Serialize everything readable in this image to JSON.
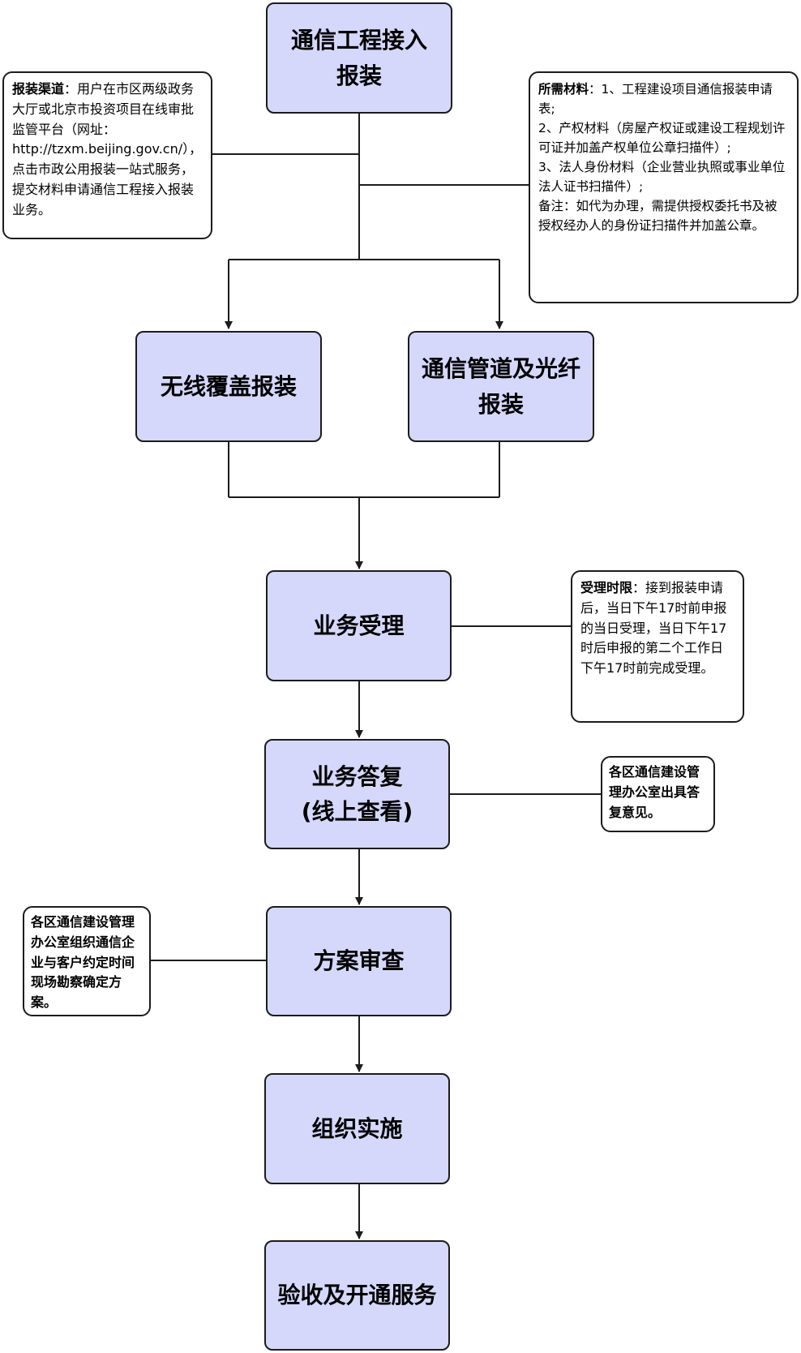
{
  "flow": {
    "step1": "通信工程接入报装",
    "step2a": "无线覆盖报装",
    "step2b": "通信管道及光纤报装",
    "step3": "业务受理",
    "step4_line1": "业务答复",
    "step4_line2": "(线上查看)",
    "step5": "方案审查",
    "step6": "组织实施",
    "step7": "验收及开通服务"
  },
  "notes": {
    "channel": {
      "title": "报装渠道",
      "text": "：用户在市区两级政务大厅或北京市投资项目在线审批监管平台（网址：http://tzxm.beijing.gov.cn/），点击市政公用报装一站式服务，提交材料申请通信工程接入报装业务。"
    },
    "materials": {
      "title": "所需材料",
      "line1": "：1、工程建设项目通信报装申请表;",
      "line2": "2、产权材料（房屋产权证或建设工程规划许可证并加盖产权单位公章扫描件）;",
      "line3": "3、法人身份材料（企业营业执照或事业单位法人证书扫描件）;",
      "line4": "备注：如代为办理，需提供授权委托书及被授权经办人的身份证扫描件并加盖公章。"
    },
    "time_limit": {
      "title": "受理时限",
      "text": "：接到报装申请后，当日下午17时前申报的当日受理，当日下午17时后申报的第二个工作日下午17时前完成受理。"
    },
    "reply": "各区通信建设管理办公室出具答复意见。",
    "survey": "各区通信建设管理办公室组织通信企业与客户约定时间现场勘察确定方案。"
  },
  "colors": {
    "box_fill": "#d5d8fb",
    "stroke": "#1c1c1c"
  }
}
